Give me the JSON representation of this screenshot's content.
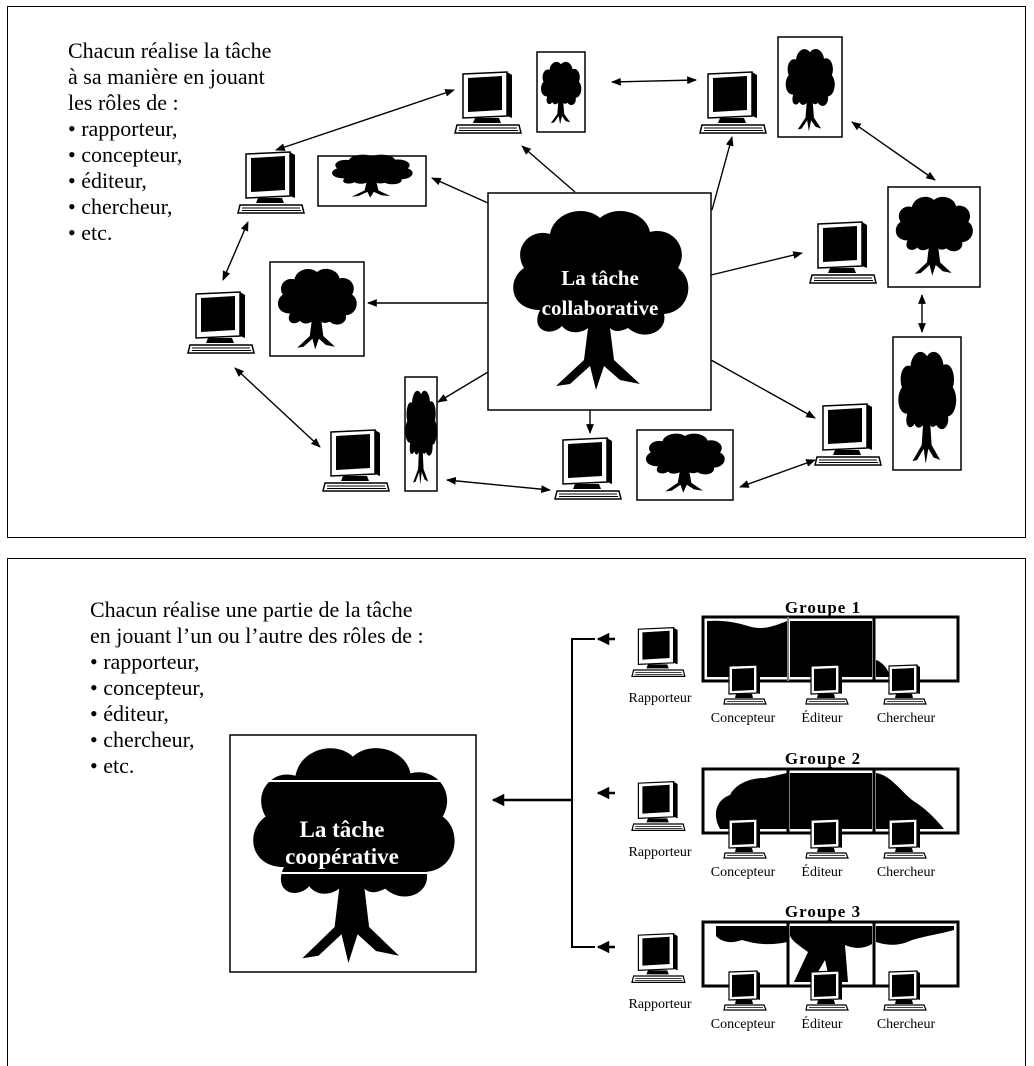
{
  "collaborative": {
    "intro_lines": [
      "Chacun réalise la tâche",
      "à sa manière en jouant",
      "les rôles de :"
    ],
    "roles": [
      "rapporteur,",
      "concepteur,",
      "éditeur,",
      "chercheur,",
      "etc."
    ],
    "center_line1": "La tâche",
    "center_line2": "collaborative"
  },
  "cooperative": {
    "intro_lines": [
      "Chacun réalise une partie de la tâche",
      "en jouant l’un ou l’autre des rôles de :"
    ],
    "roles": [
      "rapporteur,",
      "concepteur,",
      "éditeur,",
      "chercheur,",
      "etc."
    ],
    "center_line1": "La tâche",
    "center_line2": "coopérative",
    "groups": [
      {
        "title": "Groupe 1",
        "roles": [
          "Rapporteur",
          "Concepteur",
          "Éditeur",
          "Chercheur"
        ]
      },
      {
        "title": "Groupe 2",
        "roles": [
          "Rapporteur",
          "Concepteur",
          "Éditeur",
          "Chercheur"
        ]
      },
      {
        "title": "Groupe 3",
        "roles": [
          "Rapporteur",
          "Concepteur",
          "Éditeur",
          "Chercheur"
        ]
      }
    ]
  },
  "icons": {
    "computer": "computer-icon",
    "tree": "tree-icon",
    "arrow": "arrow-icon"
  },
  "colors": {
    "ink": "#000000",
    "paper": "#ffffff"
  }
}
